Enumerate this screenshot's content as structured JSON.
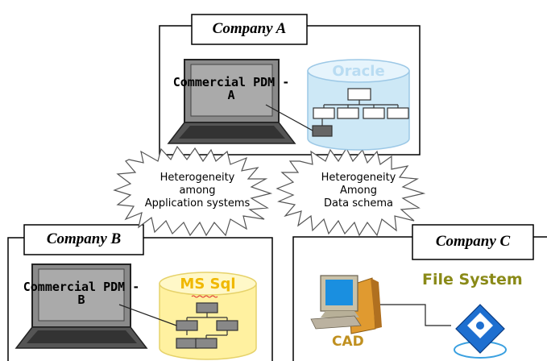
{
  "company_a": {
    "title": "Company A",
    "pdm_label": "Commercial PDM - A",
    "db_label": "Oracle"
  },
  "heterogeneity_left": {
    "line1": "Heterogeneity",
    "line2": "among",
    "line3": "Application systems"
  },
  "heterogeneity_right": {
    "line1": "Heterogeneity",
    "line2": "Among",
    "line3": "Data schema"
  },
  "company_b": {
    "title": "Company B",
    "pdm_label": "Commercial PDM - B",
    "db_label": "MS Sql"
  },
  "company_c": {
    "title": "Company C",
    "cad_label": "CAD",
    "fs_label": "File System"
  },
  "colors": {
    "oracle": "#cde8f6",
    "mssql": "#fff1a0",
    "monitor": "#1a8fe0",
    "tower": "#e09a30"
  }
}
